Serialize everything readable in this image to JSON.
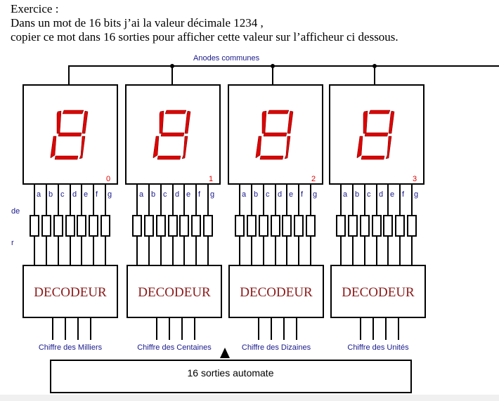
{
  "exercise": {
    "title": "Exercice :",
    "line1": "Dans un mot de 16 bits j’ai la valeur décimale 1234 ,",
    "line2": "copier ce mot dans 16 sorties pour afficher cette valeur sur l’afficheur ci dessous."
  },
  "diagram": {
    "bus_label": "Anodes communes",
    "side_labels": [
      "de",
      "r"
    ],
    "segment_labels": [
      "a",
      "b",
      "c",
      "d",
      "e",
      "f",
      "g"
    ],
    "displays": [
      {
        "index": "0",
        "decoder": "DECODEUR",
        "input_label": "Chiffre des Milliers"
      },
      {
        "index": "1",
        "decoder": "DECODEUR",
        "input_label": "Chiffre des Centaines"
      },
      {
        "index": "2",
        "decoder": "DECODEUR",
        "input_label": "Chiffre des Dizaines"
      },
      {
        "index": "3",
        "decoder": "DECODEUR",
        "input_label": "Chiffre des Unités"
      }
    ],
    "plc_label": "16 sorties automate",
    "colors": {
      "segment": "#e00000",
      "label_blue": "#1a1a8c",
      "decoder_text": "#8b1a1a",
      "index_red": "#e00000"
    }
  }
}
